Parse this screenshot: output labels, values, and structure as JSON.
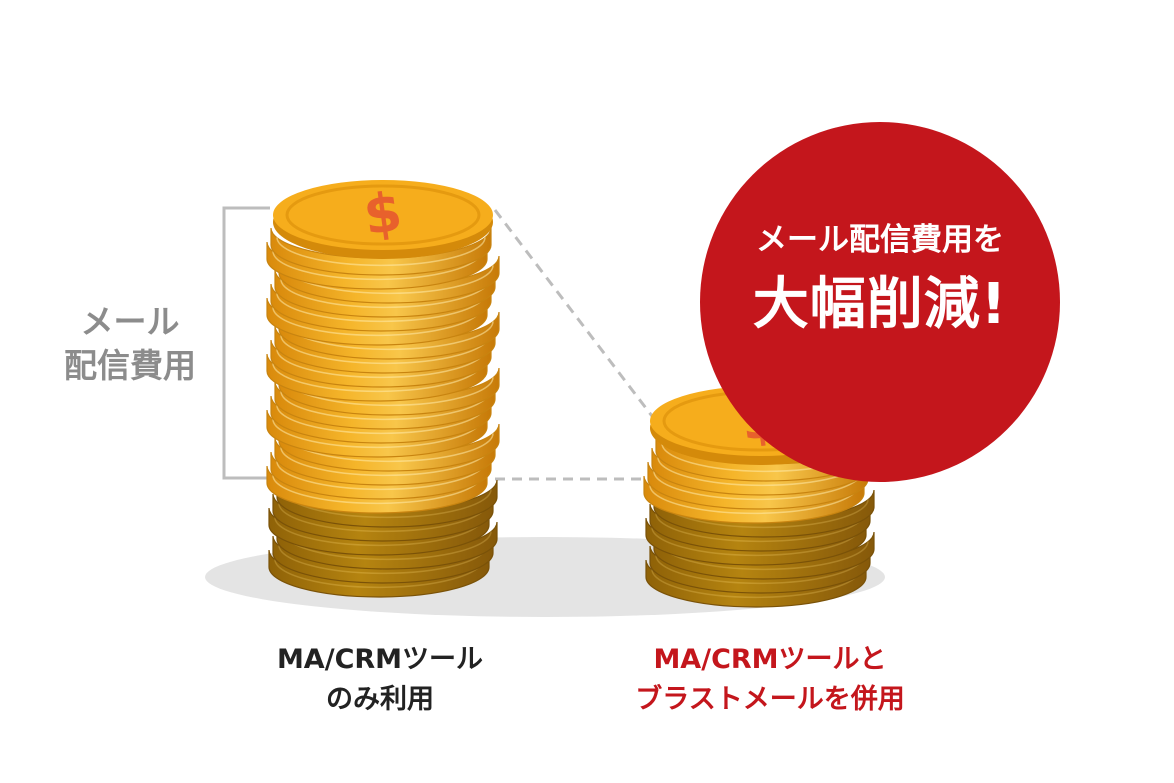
{
  "side_label": {
    "line1": "メール",
    "line2": "配信費用"
  },
  "bubble": {
    "line1": "メール配信費用を",
    "line2": "大幅削減!"
  },
  "left_stack": {
    "caption_line1": "MA/CRMツール",
    "caption_line2": "のみ利用"
  },
  "right_stack": {
    "caption_line1": "MA/CRMツールと",
    "caption_line2": "ブラストメールを併用"
  },
  "icons": {
    "coin_symbol": "dollar-sign-icon"
  },
  "colors": {
    "accent_red": "#c4161c",
    "coin_gold": "#f2a81d",
    "coin_dark": "#b8860b",
    "label_gray": "#8c8c8c"
  }
}
